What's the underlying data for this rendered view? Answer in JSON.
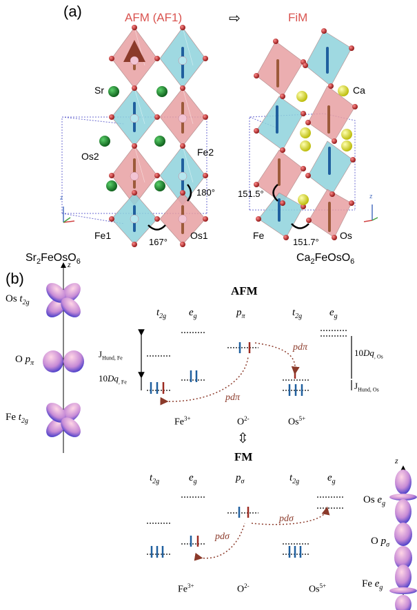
{
  "panel_a": {
    "label": "(a)",
    "title_left": "AFM (AF1)",
    "arrow": "⇨",
    "title_right": "FiM",
    "left": {
      "sr": "Sr",
      "os2": "Os2",
      "fe2": "Fe2",
      "fe1": "Fe1",
      "os1": "Os1",
      "angle_left": "167°",
      "angle_right": "180°",
      "formula_a": "Sr",
      "formula_sub1": "2",
      "formula_b": "FeOsO",
      "formula_sub2": "6"
    },
    "right": {
      "ca": "Ca",
      "fe": "Fe",
      "os": "Os",
      "angle_side": "151.5°",
      "angle_bottom": "151.7°",
      "formula_a": "Ca",
      "formula_sub1": "2",
      "formula_b": "FeOsO",
      "formula_sub2": "6"
    },
    "axis_z": "z"
  },
  "panel_b": {
    "label": "(b)",
    "axis_z": "z",
    "orbitals_left": [
      {
        "main": "Os ",
        "sym": "t",
        "sub": "2g"
      },
      {
        "main": "O ",
        "sym": "p",
        "sub": "π"
      },
      {
        "main": "Fe ",
        "sym": "t",
        "sub": "2g"
      }
    ],
    "orbitals_right": [
      {
        "main": "Os ",
        "sym": "e",
        "sub": "g"
      },
      {
        "main": "O ",
        "sym": "p",
        "sub": "σ"
      },
      {
        "main": "Fe ",
        "sym": "e",
        "sub": "g"
      }
    ],
    "afm": {
      "title": "AFM",
      "cols": [
        {
          "sym": "t",
          "sub": "2g"
        },
        {
          "sym": "e",
          "sub": "g"
        },
        {
          "sym": "p",
          "sub": "π"
        },
        {
          "sym": "t",
          "sub": "2g"
        },
        {
          "sym": "e",
          "sub": "g"
        }
      ],
      "jhund_fe_main": "J",
      "jhund_fe_sub": "Hund, Fe",
      "dq_fe_main": "10",
      "dq_fe_sym": "Dq",
      "dq_fe_sub": ", Fe",
      "dq_os_main": "10",
      "dq_os_sym": "Dq",
      "dq_os_sub": ", Os",
      "jhund_os_main": "J",
      "jhund_os_sub": "Hund, Os",
      "pd_upper": "pdπ",
      "pd_lower": "pdπ",
      "ions": [
        {
          "main": "Fe",
          "sup": "3+"
        },
        {
          "main": "O",
          "sup": "2-"
        },
        {
          "main": "Os",
          "sup": "5+"
        }
      ]
    },
    "double_arrow": "⇳",
    "fm": {
      "title": "FM",
      "cols": [
        {
          "sym": "t",
          "sub": "2g"
        },
        {
          "sym": "e",
          "sub": "g"
        },
        {
          "sym": "p",
          "sub": "σ"
        },
        {
          "sym": "t",
          "sub": "2g"
        },
        {
          "sym": "e",
          "sub": "g"
        }
      ],
      "pd_left": "pdσ",
      "pd_right": "pdσ",
      "ions": [
        {
          "main": "Fe",
          "sup": "3+"
        },
        {
          "main": "O",
          "sup": "2-"
        },
        {
          "main": "Os",
          "sup": "5+"
        }
      ]
    }
  },
  "colors": {
    "title_red": "#d9534f",
    "pink_octahedron": "#e8a0a3",
    "cyan_octahedron": "#8fd3dc",
    "sr_green": "#1f8a2e",
    "ca_yellow": "#e6e600",
    "oxygen": "#b01818",
    "spin_blue": "#1f5f9e",
    "spin_red": "#9c2a20",
    "hopping": "#8b3a2a"
  }
}
